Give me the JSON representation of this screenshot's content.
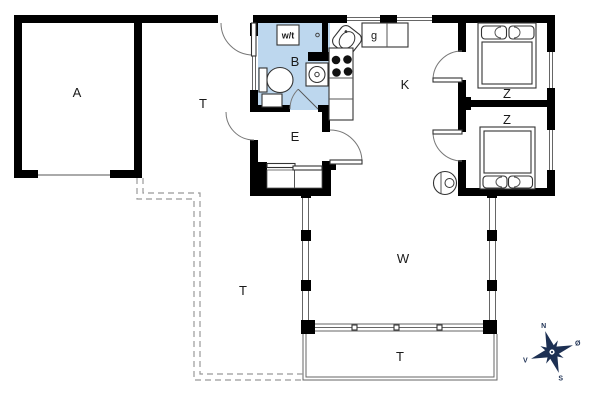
{
  "plan": {
    "rooms": {
      "garage": {
        "label": "A"
      },
      "hall": {
        "label": "T"
      },
      "bathroom": {
        "label": "B",
        "washer_label": "w/t"
      },
      "entrance": {
        "label": "E"
      },
      "kitchen": {
        "label": "K",
        "cabinet_label": "g"
      },
      "bedroom_top": {
        "label": "Z"
      },
      "bedroom_bottom": {
        "label": "Z"
      },
      "living_room": {
        "label": "W"
      }
    },
    "outdoor": {
      "side_terrace": {
        "label": "T"
      },
      "south_terrace": {
        "label": "T"
      }
    },
    "compass": {
      "north": "N",
      "east": "Ø",
      "south": "S",
      "west": "V"
    },
    "colors": {
      "wall": "#000000",
      "bathroom_fill": "#bdd7ee",
      "line": "#666666",
      "dashed_line": "#999999",
      "compass": "#1d3053",
      "background": "#ffffff"
    }
  }
}
